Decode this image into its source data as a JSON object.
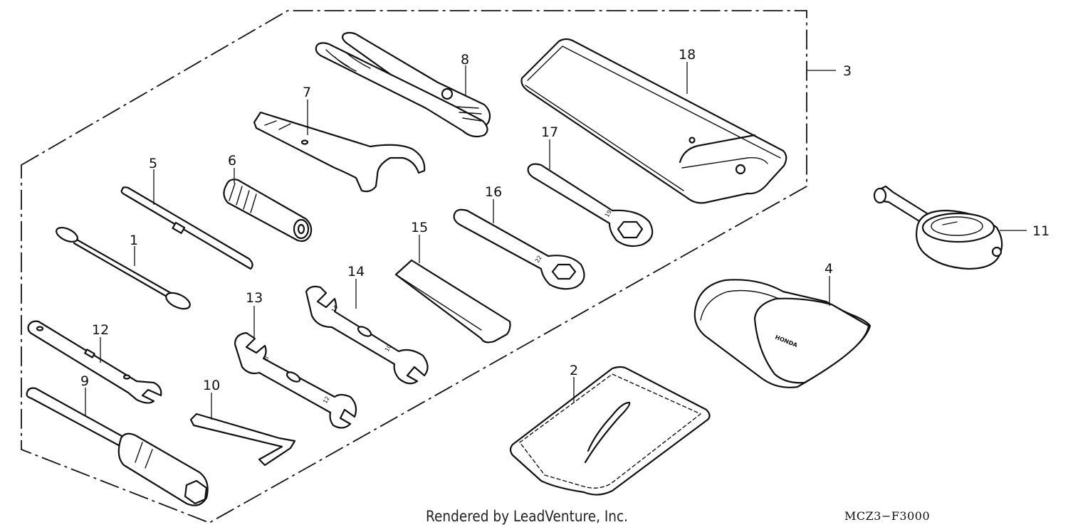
{
  "diagram": {
    "callouts": {
      "c1": "1",
      "c2": "2",
      "c3": "3",
      "c4": "4",
      "c5": "5",
      "c6": "6",
      "c7": "7",
      "c8": "8",
      "c9": "9",
      "c10": "10",
      "c11": "11",
      "c12": "12",
      "c13": "13",
      "c14": "14",
      "c15": "15",
      "c16": "16",
      "c17": "17",
      "c18": "18"
    },
    "pouch_brand": "HONDA",
    "wrench_sizes": {
      "w16": "22",
      "w17": "19",
      "w13a": "8",
      "w13b": "12",
      "w14a": "14",
      "w14b": "10"
    }
  },
  "footer": {
    "credit": "Rendered by LeadVenture, Inc.",
    "code": "MCZ3−F3000"
  }
}
